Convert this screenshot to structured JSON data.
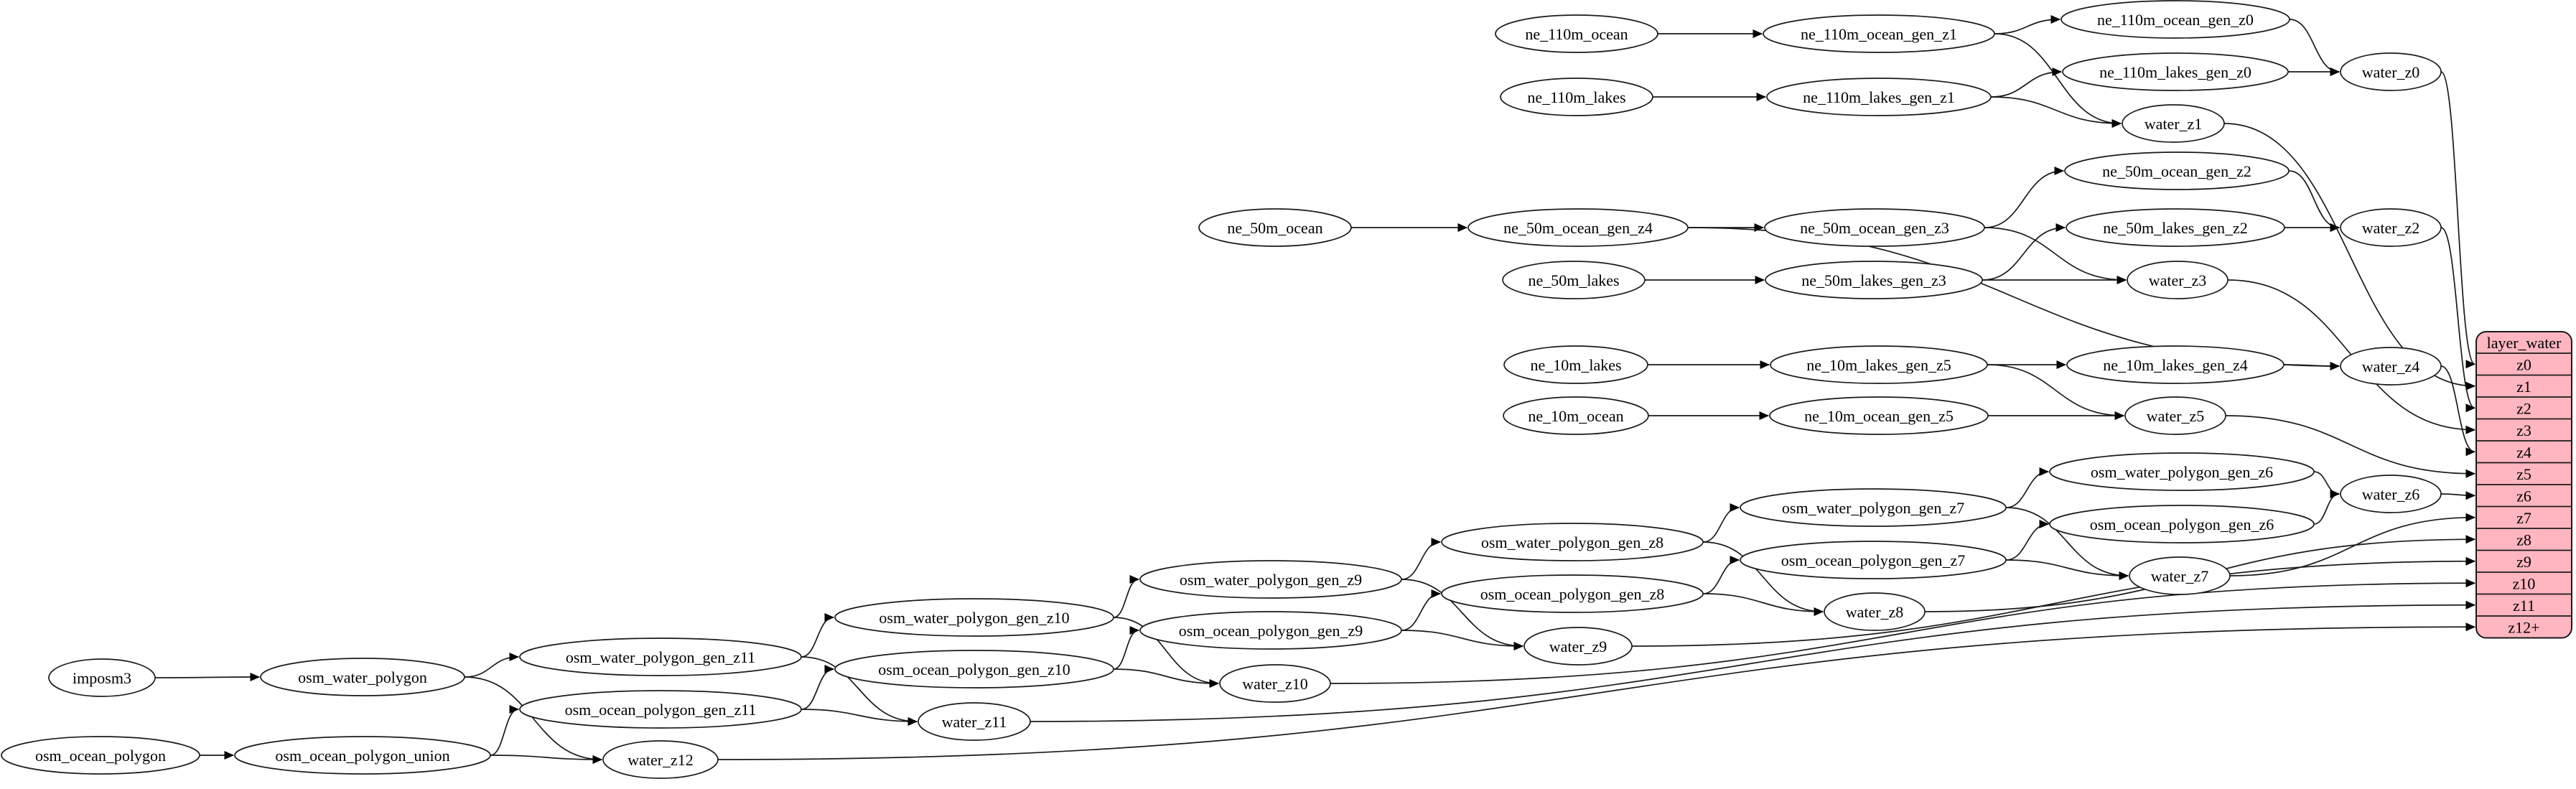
{
  "colors": {
    "background": "#ffffff",
    "node_fill": "#ffffff",
    "node_stroke": "#1a1a1a",
    "edge": "#1a1a1a",
    "table_fill": "#ffb6c1",
    "table_stroke": "#1a1a1a",
    "text": "#000000"
  },
  "graph": {
    "nodes": [
      "imposm3",
      "osm_water_polygon",
      "osm_ocean_polygon",
      "osm_ocean_polygon_union",
      "osm_water_polygon_gen_z11",
      "osm_ocean_polygon_gen_z11",
      "water_z12",
      "osm_water_polygon_gen_z10",
      "osm_ocean_polygon_gen_z10",
      "water_z11",
      "osm_water_polygon_gen_z9",
      "osm_ocean_polygon_gen_z9",
      "water_z10",
      "osm_water_polygon_gen_z8",
      "osm_ocean_polygon_gen_z8",
      "water_z9",
      "osm_water_polygon_gen_z7",
      "osm_ocean_polygon_gen_z7",
      "water_z8",
      "osm_water_polygon_gen_z6",
      "osm_ocean_polygon_gen_z6",
      "water_z7",
      "water_z6",
      "ne_110m_ocean",
      "ne_110m_ocean_gen_z1",
      "ne_110m_ocean_gen_z0",
      "ne_110m_lakes",
      "ne_110m_lakes_gen_z1",
      "ne_110m_lakes_gen_z0",
      "water_z0",
      "water_z1",
      "ne_50m_ocean",
      "ne_50m_ocean_gen_z4",
      "ne_50m_ocean_gen_z3",
      "ne_50m_ocean_gen_z2",
      "ne_50m_lakes",
      "ne_50m_lakes_gen_z3",
      "ne_50m_lakes_gen_z2",
      "water_z2",
      "water_z3",
      "ne_10m_lakes",
      "ne_10m_lakes_gen_z5",
      "ne_10m_lakes_gen_z4",
      "ne_10m_ocean",
      "ne_10m_ocean_gen_z5",
      "water_z4",
      "water_z5"
    ],
    "edges": [
      [
        "ne_110m_ocean",
        "ne_110m_ocean_gen_z1"
      ],
      [
        "ne_110m_ocean_gen_z1",
        "ne_110m_ocean_gen_z0"
      ],
      [
        "ne_110m_ocean_gen_z1",
        "water_z1"
      ],
      [
        "ne_110m_lakes",
        "ne_110m_lakes_gen_z1"
      ],
      [
        "ne_110m_lakes_gen_z1",
        "ne_110m_lakes_gen_z0"
      ],
      [
        "ne_110m_lakes_gen_z1",
        "water_z1"
      ],
      [
        "ne_110m_ocean_gen_z0",
        "water_z0"
      ],
      [
        "ne_110m_lakes_gen_z0",
        "water_z0"
      ],
      [
        "ne_50m_ocean",
        "ne_50m_ocean_gen_z4"
      ],
      [
        "ne_50m_ocean_gen_z4",
        "ne_50m_ocean_gen_z3"
      ],
      [
        "ne_50m_ocean_gen_z4",
        "water_z4"
      ],
      [
        "ne_50m_ocean_gen_z3",
        "ne_50m_ocean_gen_z2"
      ],
      [
        "ne_50m_ocean_gen_z3",
        "water_z3"
      ],
      [
        "ne_50m_ocean_gen_z2",
        "water_z2"
      ],
      [
        "ne_50m_lakes",
        "ne_50m_lakes_gen_z3"
      ],
      [
        "ne_50m_lakes_gen_z3",
        "ne_50m_lakes_gen_z2"
      ],
      [
        "ne_50m_lakes_gen_z3",
        "water_z3"
      ],
      [
        "ne_50m_lakes_gen_z2",
        "water_z2"
      ],
      [
        "ne_10m_lakes",
        "ne_10m_lakes_gen_z5"
      ],
      [
        "ne_10m_lakes_gen_z5",
        "ne_10m_lakes_gen_z4"
      ],
      [
        "ne_10m_lakes_gen_z5",
        "water_z5"
      ],
      [
        "ne_10m_lakes_gen_z4",
        "water_z4"
      ],
      [
        "ne_10m_ocean",
        "ne_10m_ocean_gen_z5"
      ],
      [
        "ne_10m_ocean_gen_z5",
        "water_z5"
      ],
      [
        "imposm3",
        "osm_water_polygon"
      ],
      [
        "osm_water_polygon",
        "osm_water_polygon_gen_z11"
      ],
      [
        "osm_water_polygon",
        "water_z12"
      ],
      [
        "osm_ocean_polygon",
        "osm_ocean_polygon_union"
      ],
      [
        "osm_ocean_polygon_union",
        "osm_ocean_polygon_gen_z11"
      ],
      [
        "osm_ocean_polygon_union",
        "water_z12"
      ],
      [
        "osm_water_polygon_gen_z11",
        "osm_water_polygon_gen_z10"
      ],
      [
        "osm_water_polygon_gen_z11",
        "water_z11"
      ],
      [
        "osm_ocean_polygon_gen_z11",
        "osm_ocean_polygon_gen_z10"
      ],
      [
        "osm_ocean_polygon_gen_z11",
        "water_z11"
      ],
      [
        "osm_water_polygon_gen_z10",
        "osm_water_polygon_gen_z9"
      ],
      [
        "osm_water_polygon_gen_z10",
        "water_z10"
      ],
      [
        "osm_ocean_polygon_gen_z10",
        "osm_ocean_polygon_gen_z9"
      ],
      [
        "osm_ocean_polygon_gen_z10",
        "water_z10"
      ],
      [
        "osm_water_polygon_gen_z9",
        "osm_water_polygon_gen_z8"
      ],
      [
        "osm_water_polygon_gen_z9",
        "water_z9"
      ],
      [
        "osm_ocean_polygon_gen_z9",
        "osm_ocean_polygon_gen_z8"
      ],
      [
        "osm_ocean_polygon_gen_z9",
        "water_z9"
      ],
      [
        "osm_water_polygon_gen_z8",
        "osm_water_polygon_gen_z7"
      ],
      [
        "osm_water_polygon_gen_z8",
        "water_z8"
      ],
      [
        "osm_ocean_polygon_gen_z8",
        "osm_ocean_polygon_gen_z7"
      ],
      [
        "osm_ocean_polygon_gen_z8",
        "water_z8"
      ],
      [
        "osm_water_polygon_gen_z7",
        "osm_water_polygon_gen_z6"
      ],
      [
        "osm_water_polygon_gen_z7",
        "water_z7"
      ],
      [
        "osm_ocean_polygon_gen_z7",
        "osm_ocean_polygon_gen_z6"
      ],
      [
        "osm_ocean_polygon_gen_z7",
        "water_z7"
      ],
      [
        "osm_water_polygon_gen_z6",
        "water_z6"
      ],
      [
        "osm_ocean_polygon_gen_z6",
        "water_z6"
      ],
      [
        "water_z0",
        "layer_water.z0"
      ],
      [
        "water_z1",
        "layer_water.z1"
      ],
      [
        "water_z2",
        "layer_water.z2"
      ],
      [
        "water_z3",
        "layer_water.z3"
      ],
      [
        "water_z4",
        "layer_water.z4"
      ],
      [
        "water_z5",
        "layer_water.z5"
      ],
      [
        "water_z6",
        "layer_water.z6"
      ],
      [
        "water_z7",
        "layer_water.z7"
      ],
      [
        "water_z8",
        "layer_water.z8"
      ],
      [
        "water_z9",
        "layer_water.z9"
      ],
      [
        "water_z10",
        "layer_water.z10"
      ],
      [
        "water_z11",
        "layer_water.z11"
      ],
      [
        "water_z12",
        "layer_water.z12+"
      ]
    ],
    "table": {
      "title": "layer_water",
      "rows": [
        "z0",
        "z1",
        "z2",
        "z3",
        "z4",
        "z5",
        "z6",
        "z7",
        "z8",
        "z9",
        "z10",
        "z11",
        "z12+"
      ]
    }
  }
}
